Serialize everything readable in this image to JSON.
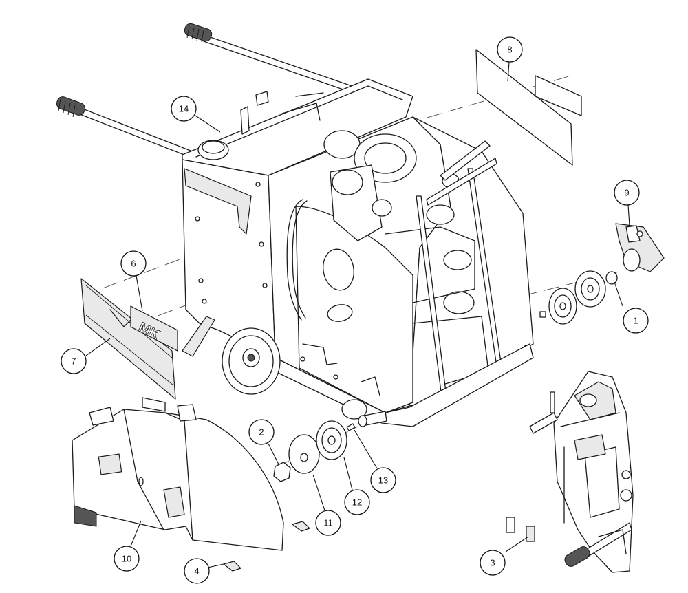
{
  "diagram": {
    "type": "exploded-parts-view",
    "callouts": [
      {
        "id": "1",
        "label": "1"
      },
      {
        "id": "2",
        "label": "2"
      },
      {
        "id": "3",
        "label": "3"
      },
      {
        "id": "4",
        "label": "4"
      },
      {
        "id": "6",
        "label": "6"
      },
      {
        "id": "7",
        "label": "7"
      },
      {
        "id": "8",
        "label": "8"
      },
      {
        "id": "9",
        "label": "9"
      },
      {
        "id": "10",
        "label": "10"
      },
      {
        "id": "11",
        "label": "11"
      },
      {
        "id": "12",
        "label": "12"
      },
      {
        "id": "13",
        "label": "13"
      },
      {
        "id": "14",
        "label": "14"
      }
    ],
    "decal_logo": "MK"
  }
}
